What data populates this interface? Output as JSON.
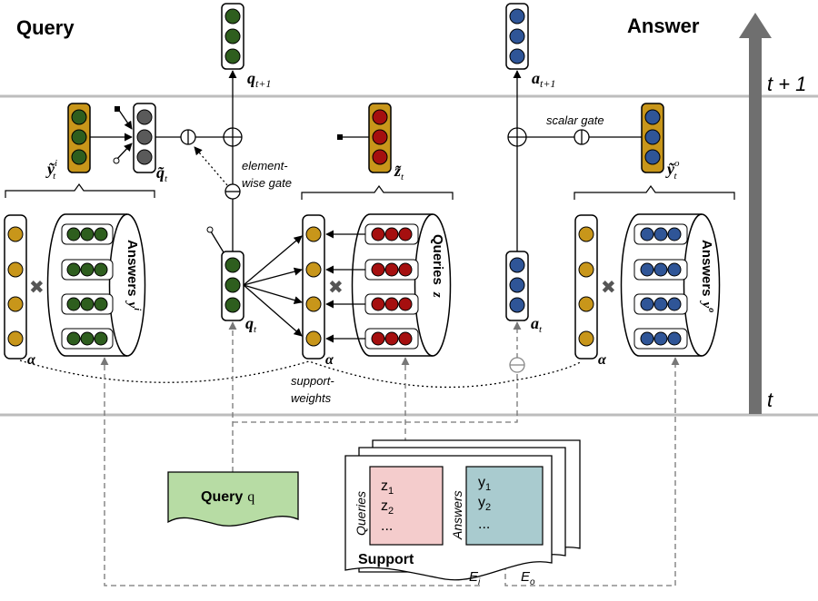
{
  "headings": {
    "query": "Query",
    "answer": "Answer",
    "t_next": "t + 1",
    "t": "t"
  },
  "labels": {
    "q_t1": "q",
    "q_t1_sub": "t+1",
    "a_t1": "a",
    "a_t1_sub": "t+1",
    "y_i_tilde": "ỹ",
    "y_i_tilde_sup": "i",
    "y_i_tilde_sub": "t",
    "q_tilde": "q̃",
    "q_tilde_sub": "t",
    "z_tilde": "z̃",
    "z_tilde_sub": "t",
    "y_o_tilde": "ỹ",
    "y_o_tilde_sup": "o",
    "y_o_tilde_sub": "t",
    "q_t": "q",
    "q_t_sub": "t",
    "a_t": "a",
    "a_t_sub": "t",
    "alpha": "α",
    "element_gate_1": "element-",
    "element_gate_2": "wise gate",
    "scalar_gate": "scalar gate",
    "support_weights_1": "support-",
    "support_weights_2": "weights",
    "answers_i": "Answers",
    "answers_i_var": "y",
    "answers_i_sup": "i",
    "queries_z": "Queries",
    "queries_z_var": "z",
    "answers_o": "Answers",
    "answers_o_var": "y",
    "answers_o_sup": "o",
    "query_box": "Query",
    "query_box_var": "q",
    "support": "Support",
    "support_queries": "Queries",
    "support_answers": "Answers",
    "z1": "z",
    "z1_sub": "1",
    "z2": "z",
    "z2_sub": "2",
    "y1": "y",
    "y1_sub": "1",
    "y2": "y",
    "y2_sub": "2",
    "dots": "...",
    "e_i": "E",
    "e_i_sub": "i",
    "e_o": "E",
    "e_o_sub": "o",
    "times": "✖"
  },
  "colors": {
    "green": "#2e5e1e",
    "red": "#a50f0f",
    "blue": "#2f5597",
    "gold": "#c8961a",
    "gray": "#5a5a5a",
    "query_box": "#b7dca4",
    "support_pink": "#f4cccc",
    "support_teal": "#a9cbcf",
    "separator": "#bdbdbd",
    "time_arrow": "#6f6f6f"
  }
}
